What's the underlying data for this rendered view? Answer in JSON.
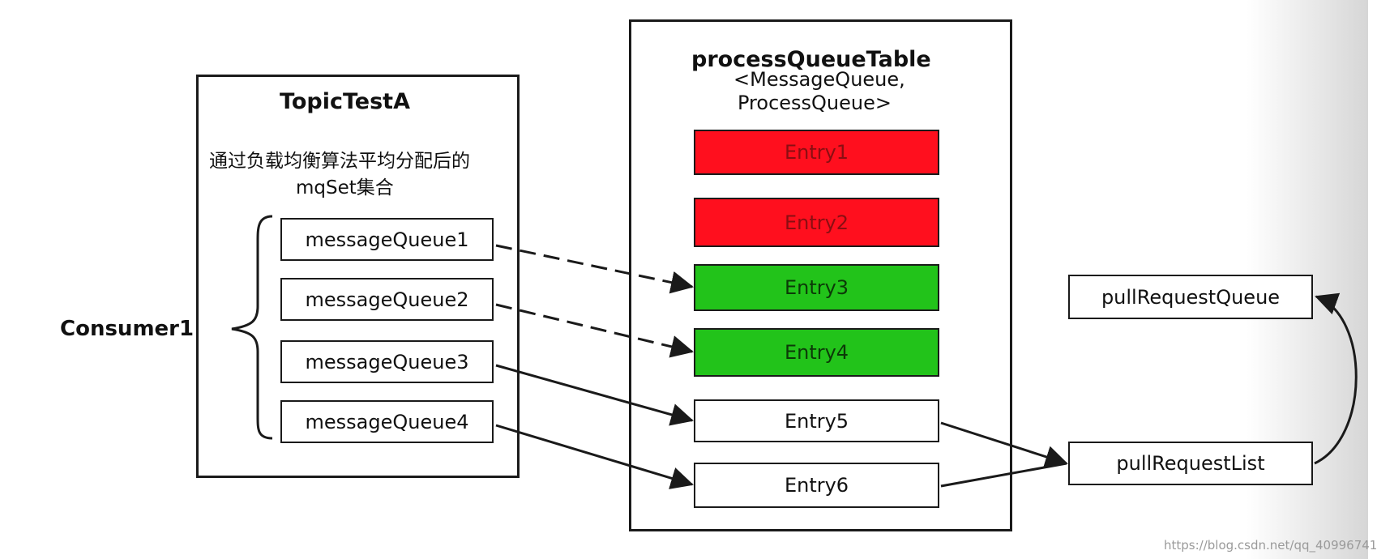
{
  "consumer": {
    "label": "Consumer1"
  },
  "topic": {
    "title": "TopicTestA",
    "desc_line1": "通过负载均衡算法平均分配后的",
    "desc_line2": "mqSet集合",
    "queues": [
      "messageQueue1",
      "messageQueue2",
      "messageQueue3",
      "messageQueue4"
    ]
  },
  "table": {
    "title": "processQueueTable",
    "subtitle_line1": "<MessageQueue,",
    "subtitle_line2": "ProcessQueue>",
    "entries": [
      {
        "label": "Entry1",
        "status": "red"
      },
      {
        "label": "Entry2",
        "status": "red"
      },
      {
        "label": "Entry3",
        "status": "green"
      },
      {
        "label": "Entry4",
        "status": "green"
      },
      {
        "label": "Entry5",
        "status": "white"
      },
      {
        "label": "Entry6",
        "status": "white"
      }
    ]
  },
  "pull": {
    "queue_label": "pullRequestQueue",
    "list_label": "pullRequestList"
  },
  "colors": {
    "red": "#ff0f1e",
    "green": "#22c31a",
    "line": "#1a1a1a"
  },
  "watermark": "https://blog.csdn.net/qq_40996741"
}
